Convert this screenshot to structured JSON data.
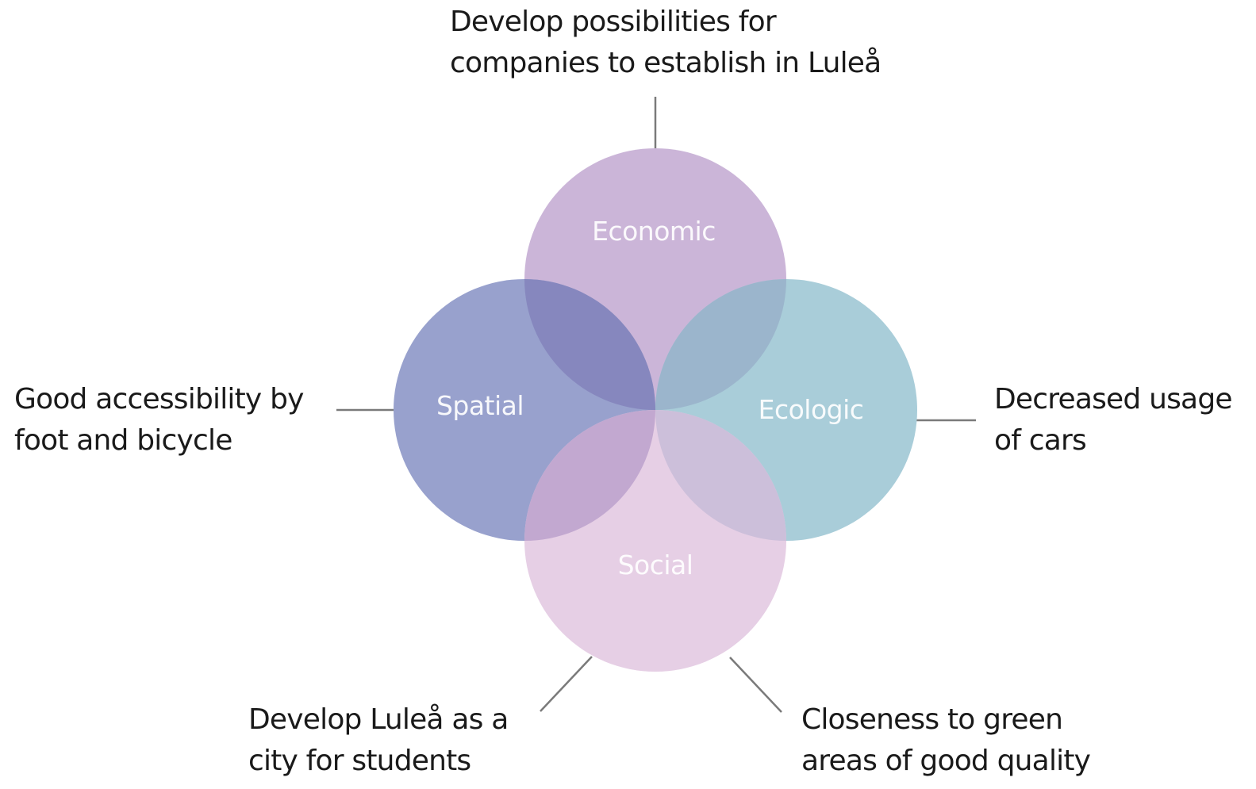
{
  "diagram": {
    "type": "four-circle overlapping sustainability diagram",
    "colors": {
      "economic": "#cbb5d8",
      "spatial": "#98a1cd",
      "ecologic": "#a9cdd9",
      "social": "#e6cfe5",
      "economic_spatial_overlap": "#8687be",
      "economic_ecologic_overlap": "#9bb5cc",
      "spatial_social_overlap": "#c2a8d0",
      "ecologic_social_overlap": "#ccbfda",
      "connector": "#7a7a7a",
      "text": "#1a1a1a",
      "circle_label": "#ffffff"
    },
    "circles": [
      {
        "id": "economic",
        "label": "Economic"
      },
      {
        "id": "spatial",
        "label": "Spatial"
      },
      {
        "id": "ecologic",
        "label": "Ecologic"
      },
      {
        "id": "social",
        "label": "Social"
      }
    ],
    "callouts": {
      "economic": {
        "lines": [
          "Develop possibilities for",
          "companies to establish in Luleå"
        ]
      },
      "spatial": {
        "lines": [
          "Good accessibility by",
          "foot and bicycle"
        ]
      },
      "ecologic": {
        "lines": [
          "Decreased usage",
          "of cars"
        ]
      },
      "social_left": {
        "lines": [
          "Develop Luleå as a",
          "city for students"
        ]
      },
      "social_right": {
        "lines": [
          "Closeness to green",
          "areas of good quality"
        ]
      }
    }
  }
}
